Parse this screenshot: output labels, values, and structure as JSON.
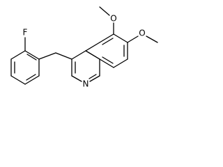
{
  "molecule": {
    "atoms": {
      "fluorine": "F",
      "methoxy_top_oxygen": "O",
      "methoxy_right_oxygen": "O",
      "ring_nitrogen": "N"
    }
  },
  "colors": {
    "bond": "#000000",
    "label": "#000000",
    "background": "#ffffff"
  }
}
